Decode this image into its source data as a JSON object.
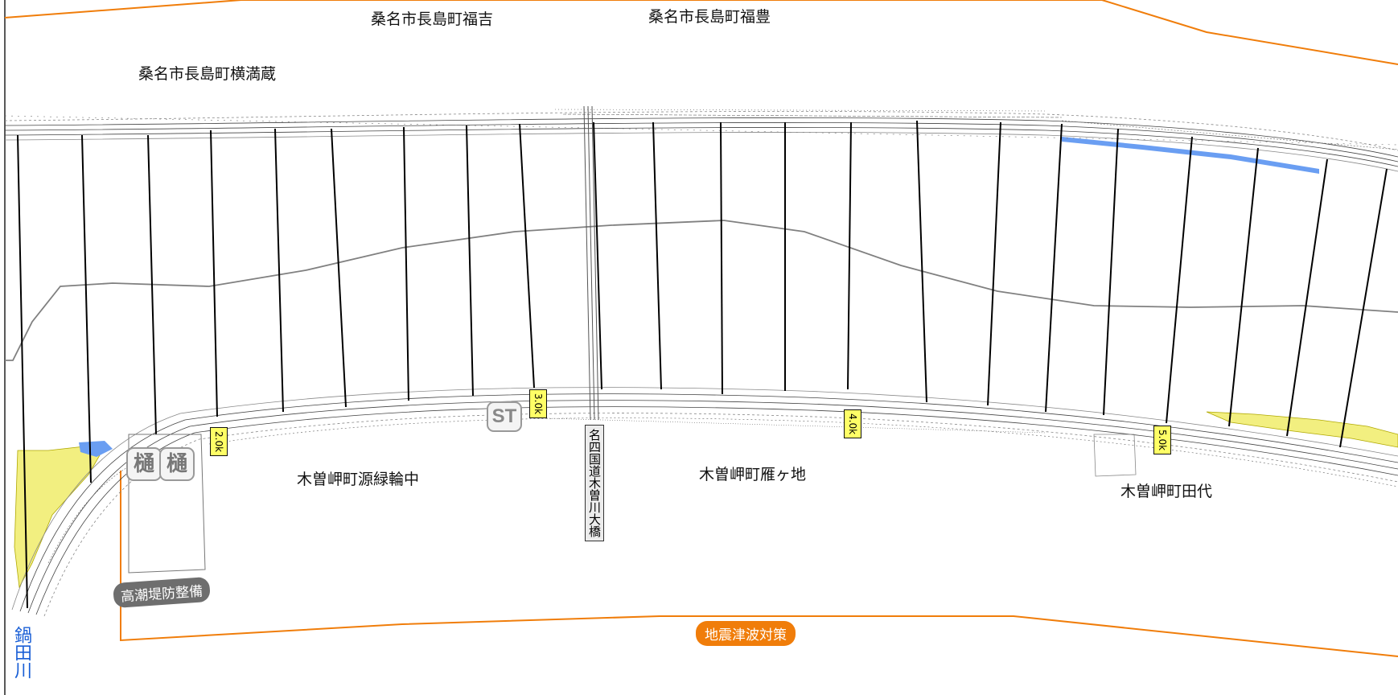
{
  "map": {
    "place_labels": [
      {
        "id": "fukuyoshi",
        "text": "桑名市長島町福吉"
      },
      {
        "id": "fukuyutaka",
        "text": "桑名市長島町福豊"
      },
      {
        "id": "yokomanzo",
        "text": "桑名市長島町横満蔵"
      },
      {
        "id": "genroku",
        "text": "木曽岬町源緑輪中"
      },
      {
        "id": "gangachi",
        "text": "木曽岬町雁ヶ地"
      },
      {
        "id": "tashiro",
        "text": "木曽岬町田代"
      }
    ],
    "km_markers": [
      {
        "id": "km20",
        "text": "2.0k"
      },
      {
        "id": "km30",
        "text": "3.0k"
      },
      {
        "id": "km40",
        "text": "4.0k"
      },
      {
        "id": "km50",
        "text": "5.0k"
      }
    ],
    "bridge_label": "名四国道木曽川大橋",
    "sluice_labels": [
      "樋",
      "樋"
    ],
    "station_label": "ST",
    "high_tide_label": "高潮堤防整備",
    "earthquake_label": "地震津波対策",
    "river_label": "鍋田川",
    "colors": {
      "orange_boundary": "#f07d0a",
      "yellow_area": "#f2ef80",
      "blue_water": "#6a9ef2",
      "cross_section_line": "#000000"
    }
  }
}
